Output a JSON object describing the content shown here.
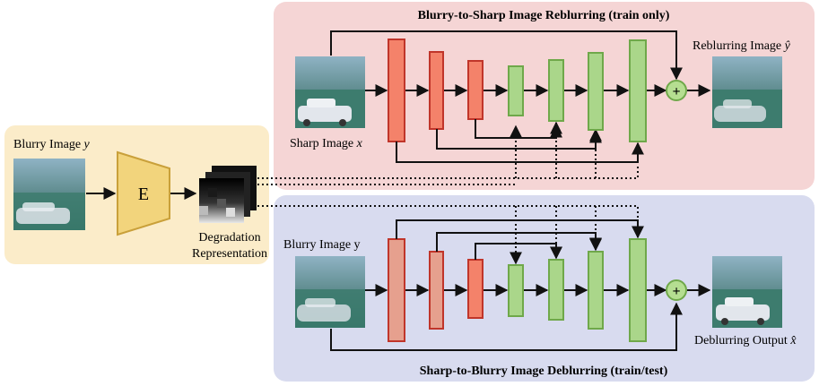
{
  "top_panel": {
    "title": "Blurry-to-Sharp Image Reblurring (train only)",
    "input_label": "Sharp Image ",
    "input_var": "x",
    "output_label": "Reblurring Image ",
    "output_var": "ŷ"
  },
  "bottom_panel": {
    "title": "Sharp-to-Blurry Image Deblurring (train/test)",
    "input_label": "Blurry Image y",
    "output_label": "Deblurring Output ",
    "output_var": "x̂"
  },
  "encoder": {
    "input_label": "Blurry Image ",
    "input_var": "y",
    "symbol": "E",
    "output_label_line1": "Degradation",
    "output_label_line2": "Representation"
  },
  "colors": {
    "top_panel_bg": "#f5d5d5",
    "bottom_panel_bg": "#d8dbef",
    "left_panel_bg": "#fbecc9",
    "encoder_fill": "#f2d47c",
    "encoder_stroke": "#c9a03a",
    "enc_block_top": "#f4826a",
    "enc_block_bottom": "#e6a08e",
    "enc_block_stroke": "#c0352a",
    "dec_block": "#aad68a",
    "dec_block_stroke": "#6fa84a",
    "add_fill": "#b5de91",
    "add_stroke": "#6fa84a"
  },
  "add_symbol": "+"
}
